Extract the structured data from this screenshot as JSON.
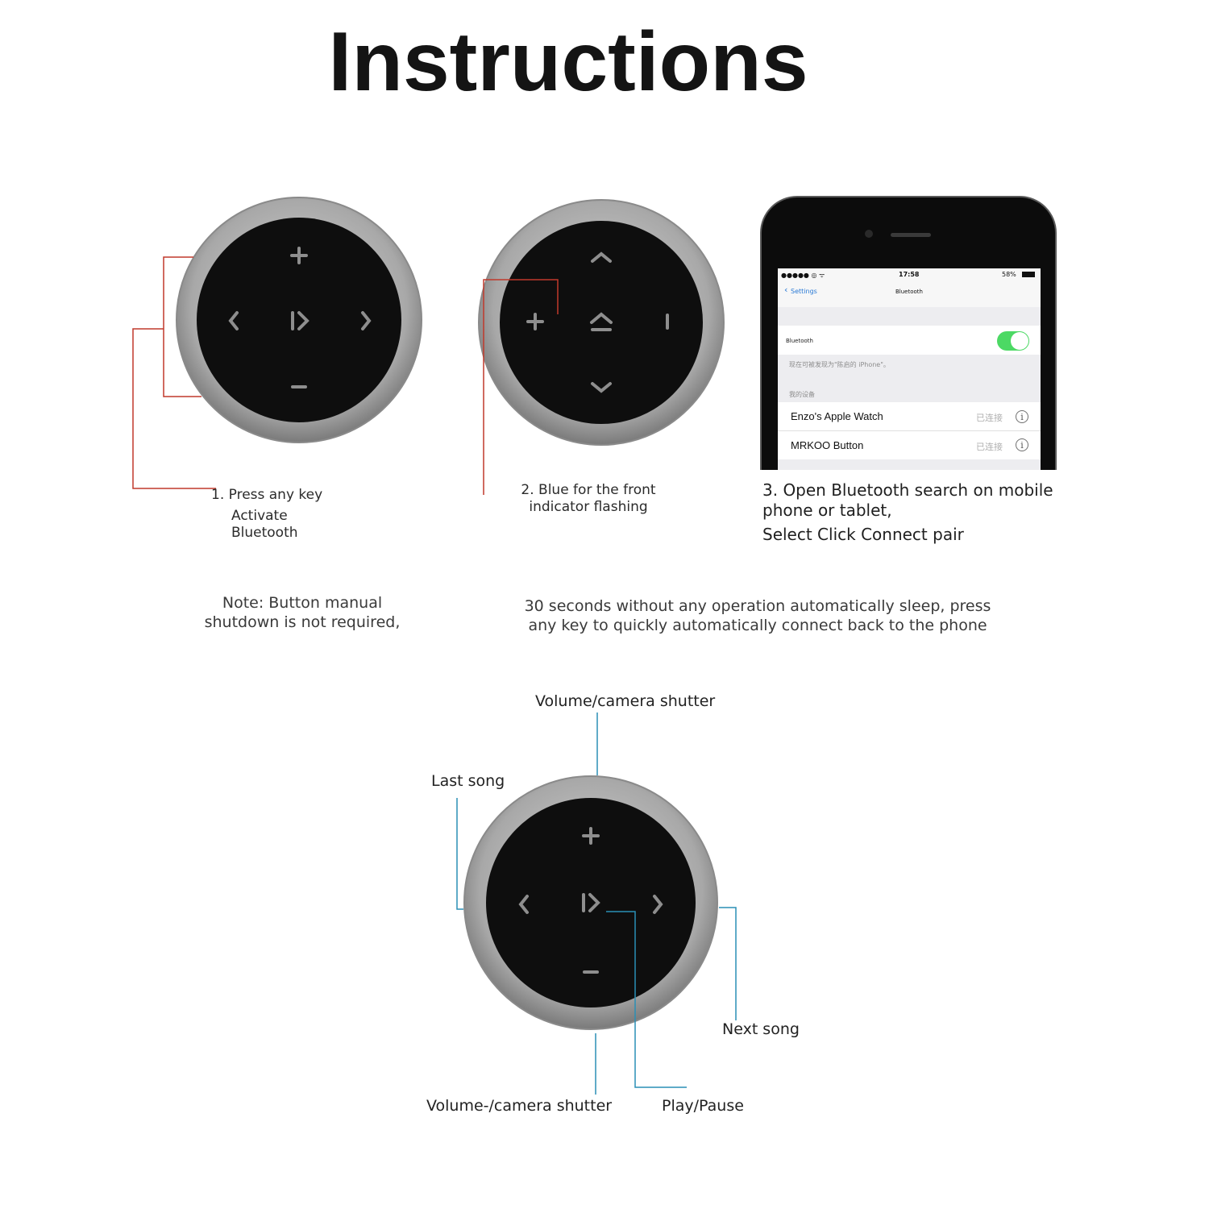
{
  "title": "Instructions",
  "steps": {
    "step1_line1": "1. Press any key",
    "step1_line2": "Activate\nBluetooth",
    "step2": "2. Blue for the front\nindicator flashing",
    "step3_line1": "3. Open Bluetooth search on mobile\nphone or tablet,",
    "step3_line2": "Select Click Connect pair"
  },
  "notes": {
    "left": "Note: Button manual\nshutdown is not required,",
    "right": "30 seconds without any operation automatically sleep, press\nany key to quickly automatically connect back to the phone"
  },
  "phone": {
    "status_time": "17:58",
    "status_battery": "58%",
    "back_label": "Settings",
    "screen_title": "Bluetooth",
    "bluetooth_label": "Bluetooth",
    "bluetooth_on": true,
    "discoverable_text": "现在可被发现为\"陈启的 iPhone\"。",
    "my_devices_header": "我的设备",
    "devices": [
      {
        "name": "Enzo's Apple Watch",
        "state": "已连接"
      },
      {
        "name": "MRKOO Button",
        "state": "已连接"
      }
    ]
  },
  "callouts": {
    "volume_up": "Volume/camera shutter",
    "last_song": "Last song",
    "next_song": "Next song",
    "volume_down": "Volume-/camera shutter",
    "play_pause": "Play/Pause"
  },
  "colors": {
    "red_line": "#c0392b",
    "blue_line": "#2a8fb5",
    "button_face": "#0e0e0e",
    "button_ring": "#a9a9a9",
    "toggle_on": "#4cd964"
  }
}
